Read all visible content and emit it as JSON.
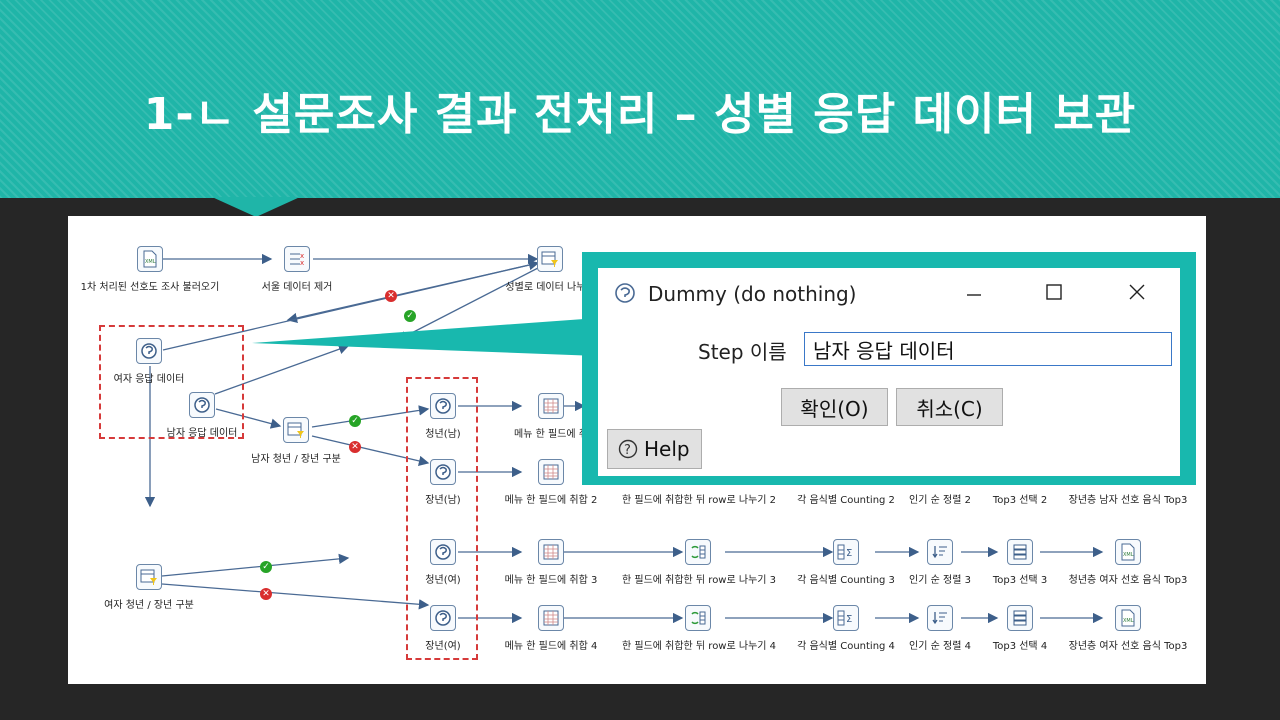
{
  "slide": {
    "title": "1-ㄴ 설문조사 결과 전처리 – 성별 응답 데이터 보관"
  },
  "colors": {
    "banner": "#1fb5a8",
    "dialog_frame": "#18b8ae",
    "highlight": "#d63a3a",
    "ok": "#27a427",
    "fail": "#d92e2e"
  },
  "workflow": {
    "nodes": {
      "load": {
        "label": "1차 처리된 선호도 조사 불러오기",
        "icon": "xml-input-icon"
      },
      "seoul": {
        "label": "서울 데이터 제거",
        "icon": "filter-rows-delete-icon"
      },
      "gender_split": {
        "label": "성별로 데이터 나누기",
        "icon": "filter-rows-icon"
      },
      "female_resp": {
        "label": "여자 응답 데이터",
        "icon": "dummy-step-icon"
      },
      "male_resp": {
        "label": "남자 응답 데이터",
        "icon": "dummy-step-icon"
      },
      "male_age": {
        "label": "남자 청년 / 장년 구분",
        "icon": "filter-rows-icon"
      },
      "female_age": {
        "label": "여자 청년 / 장년 구분",
        "icon": "filter-rows-icon"
      },
      "youth_m": {
        "label": "청년(남)",
        "icon": "dummy-step-icon"
      },
      "senior_m": {
        "label": "장년(남)",
        "icon": "dummy-step-icon"
      },
      "youth_f": {
        "label": "청년(여)",
        "icon": "dummy-step-icon"
      },
      "senior_f": {
        "label": "장년(여)",
        "icon": "dummy-step-icon"
      },
      "r1_menu": {
        "label": "메뉴 한 필드에 취",
        "icon": "table-icon"
      },
      "r2_menu": {
        "label": "메뉴 한 필드에 취합 2",
        "icon": "table-icon"
      },
      "r2_split": {
        "label": "한 필드에 취합한 뒤 row로 나누기 2"
      },
      "r2_count": {
        "label": "각 음식별 Counting 2"
      },
      "r2_sort": {
        "label": "인기 순 정렬 2"
      },
      "r2_top": {
        "label": "Top3 선택 2"
      },
      "r2_out": {
        "label": "장년층 남자 선호 음식 Top3"
      },
      "r3_menu": {
        "label": "메뉴 한 필드에 취합 3",
        "icon": "table-icon"
      },
      "r3_split": {
        "label": "한 필드에 취합한 뒤 row로 나누기 3",
        "icon": "split-rows-icon"
      },
      "r3_count": {
        "label": "각 음식별 Counting 3",
        "icon": "group-by-icon"
      },
      "r3_sort": {
        "label": "인기 순 정렬 3",
        "icon": "sort-icon"
      },
      "r3_top": {
        "label": "Top3 선택 3",
        "icon": "top-rows-icon"
      },
      "r3_out": {
        "label": "청년층 여자 선호 음식 Top3",
        "icon": "xml-output-icon"
      },
      "r4_menu": {
        "label": "메뉴 한 필드에 취합 4",
        "icon": "table-icon"
      },
      "r4_split": {
        "label": "한 필드에 취합한 뒤 row로 나누기 4",
        "icon": "split-rows-icon"
      },
      "r4_count": {
        "label": "각 음식별 Counting 4",
        "icon": "group-by-icon"
      },
      "r4_sort": {
        "label": "인기 순 정렬 4",
        "icon": "sort-icon"
      },
      "r4_top": {
        "label": "Top3 선택 4",
        "icon": "top-rows-icon"
      },
      "r4_out": {
        "label": "장년층 여자 선호 음식 Top3",
        "icon": "xml-output-icon"
      }
    }
  },
  "dialog": {
    "title": "Dummy (do nothing)",
    "step_label": "Step 이름",
    "step_value": "남자 응답 데이터",
    "ok_label": "확인(O)",
    "cancel_label": "취소(C)",
    "help_label": "Help",
    "icons": [
      "dummy-step-icon",
      "minimize-icon",
      "maximize-icon",
      "close-icon",
      "help-icon"
    ]
  }
}
